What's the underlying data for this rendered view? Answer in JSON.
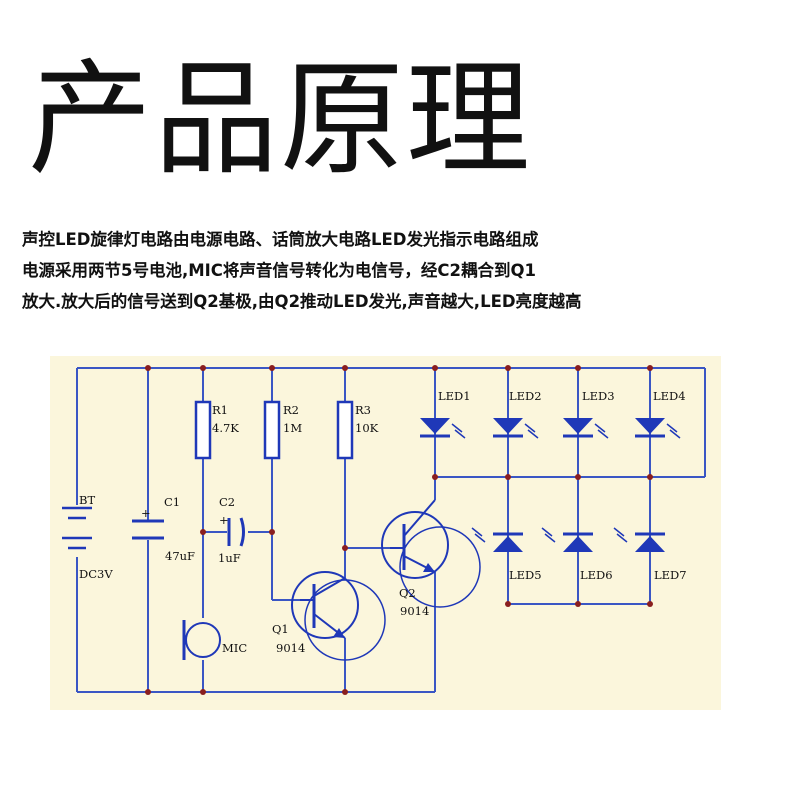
{
  "title": "产品原理",
  "description": [
    "声控LED旋律灯电路由电源电路、话筒放大电路LED发光指示电路组成",
    "电源采用两节5号电池,MIC将声音信号转化为电信号，经C2耦合到Q1",
    "放大.放大后的信号送到Q2基极,由Q2推动LED发光,声音越大,LED亮度越高"
  ],
  "schematic": {
    "battery": {
      "ref": "BT",
      "value": "DC3V"
    },
    "c1": {
      "ref": "C1",
      "value": "47uF",
      "polarity": "+"
    },
    "c2": {
      "ref": "C2",
      "value": "1uF",
      "polarity": "+"
    },
    "r1": {
      "ref": "R1",
      "value": "4.7K"
    },
    "r2": {
      "ref": "R2",
      "value": "1M"
    },
    "r3": {
      "ref": "R3",
      "value": "10K"
    },
    "mic": {
      "ref": "MIC"
    },
    "q1": {
      "ref": "Q1",
      "value": "9014"
    },
    "q2": {
      "ref": "Q2",
      "value": "9014"
    },
    "leds_top": [
      "LED1",
      "LED2",
      "LED3",
      "LED4"
    ],
    "leds_bottom": [
      "LED5",
      "LED6",
      "LED7"
    ],
    "colors": {
      "wire": "#3a56c4",
      "component": "#1f38b8",
      "node": "#8a1f1f",
      "background": "#fbf6dc"
    }
  }
}
